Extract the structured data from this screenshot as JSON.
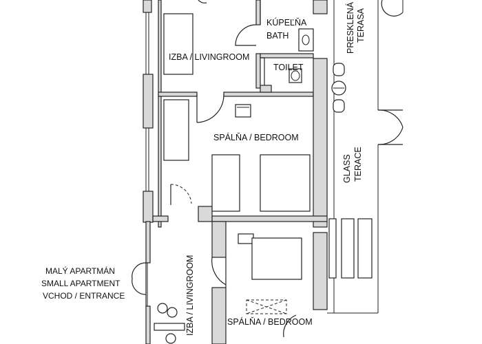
{
  "plan": {
    "labels": {
      "bathroom": [
        "KÚPEĽŇA",
        "BATH"
      ],
      "glass_terrace_sk": [
        "PRESKLENÁ",
        "TERASA"
      ],
      "living_room_top": "IZBA / LIVINGROOM",
      "toilet": "TOILET",
      "bedroom_main": "SPÁLŇA / BEDROOM",
      "glass_terrace_en": [
        "GLASS",
        "TERACE"
      ],
      "small_apartment": [
        "MALÝ APARTMÁN",
        "SMALL APARTMENT",
        "VCHOD / ENTRANCE"
      ],
      "living_room_bottom": "IZBA / LIVINGROOM",
      "bedroom_bottom": "SPÁLŇA / BEDROOM"
    }
  }
}
